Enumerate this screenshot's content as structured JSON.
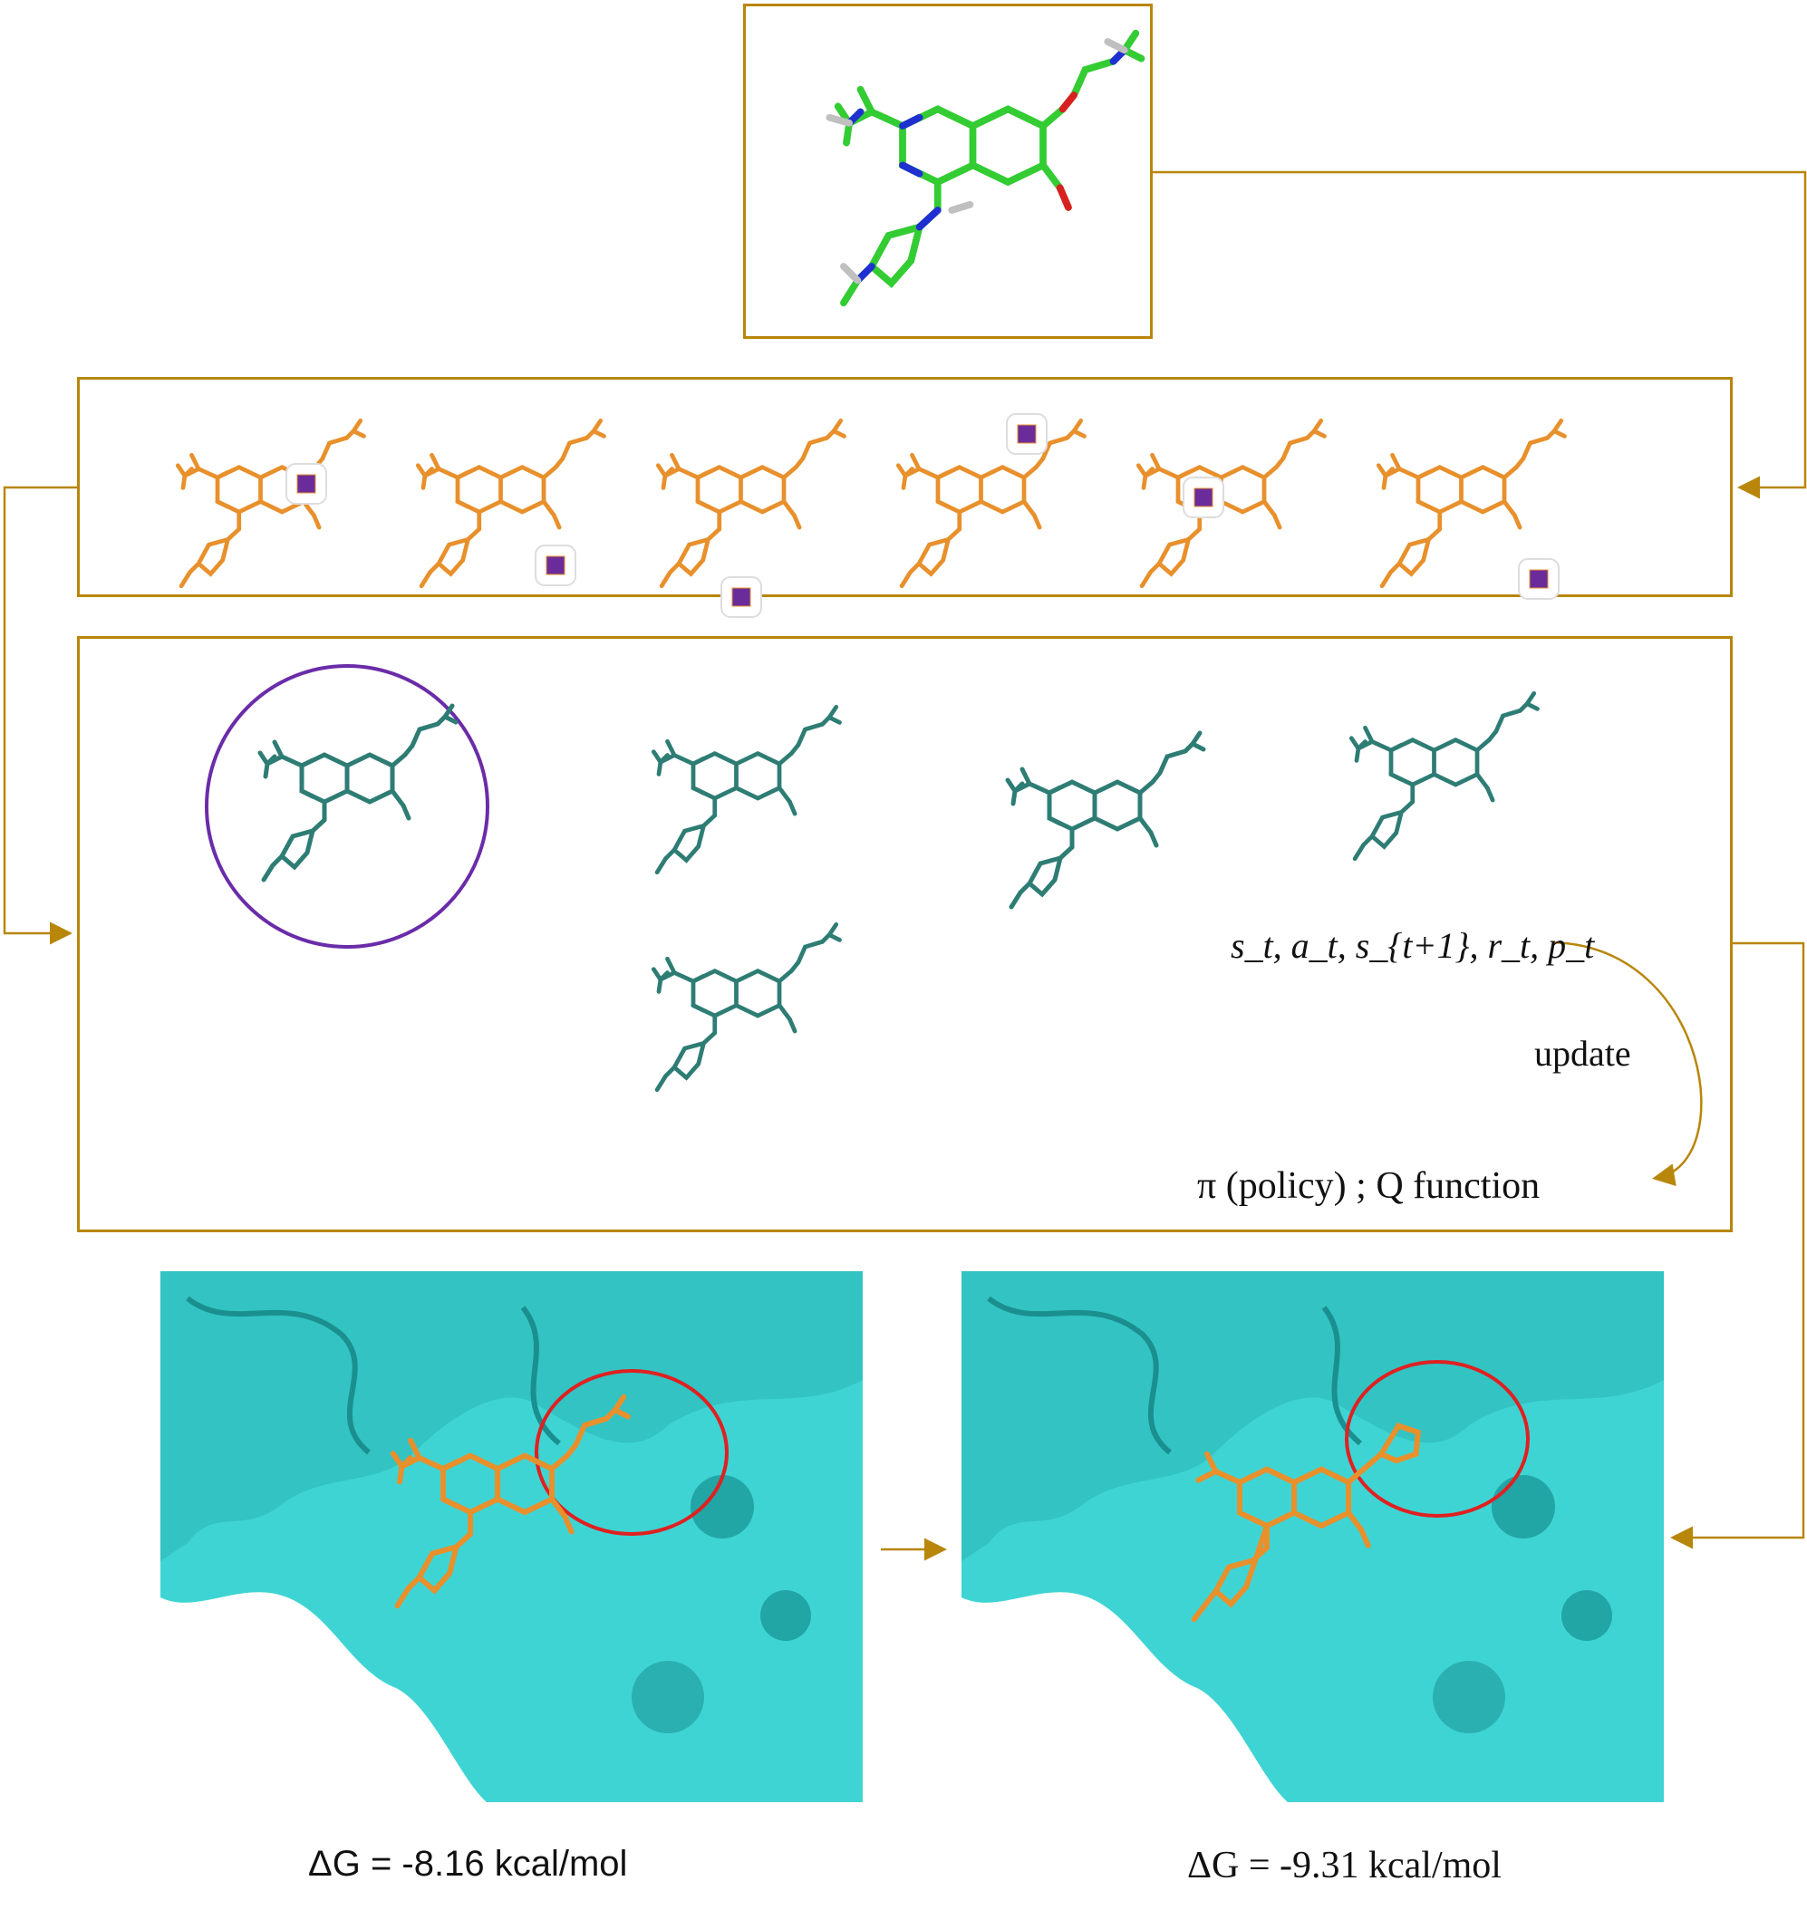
{
  "rl_box": {
    "transition_tuple": "s_t, a_t, s_{t+1}, r_t, p_t",
    "update_label": "update",
    "policy_label": "π (policy) ; Q function"
  },
  "docking": {
    "before": {
      "delta_g": "ΔG = -8.16 kcal/mol"
    },
    "after": {
      "delta_g": "ΔG = -9.31 kcal/mol"
    }
  },
  "colors": {
    "box_border": "#b8860b",
    "arrow": "#b8860b",
    "input_molecule_carbon": "#33cc33",
    "fragment_molecule_carbon": "#e8902c",
    "generated_molecule_carbon": "#2e7d74",
    "nitrogen": "#1f2fd0",
    "oxygen": "#d82020",
    "sulfur": "#c8b400",
    "hydrogen": "#c0c0c0",
    "action_site_marker": "#6a2c9a",
    "selected_circle": "#6a2ca8",
    "highlight_circle": "#e02020",
    "protein_surface": "#3fd4d4"
  }
}
